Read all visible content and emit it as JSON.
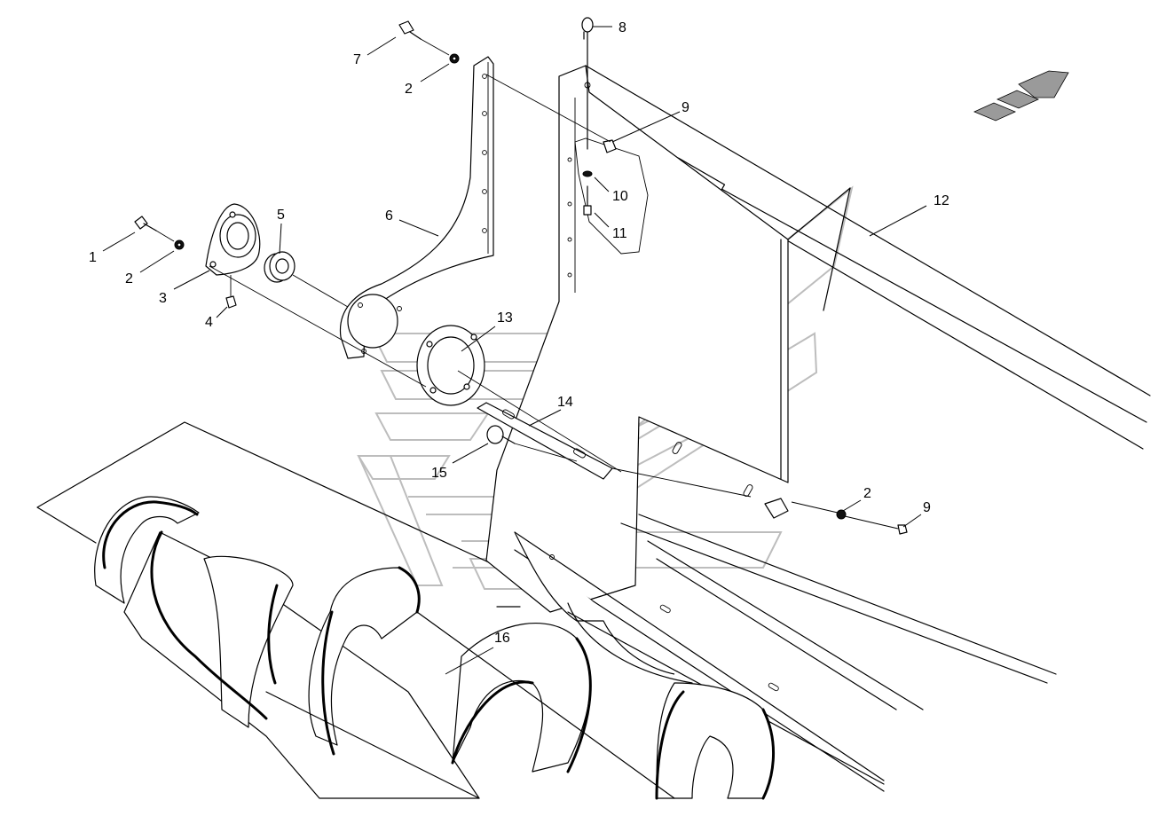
{
  "callouts": [
    "1",
    "2",
    "3",
    "4",
    "5",
    "6",
    "7",
    "2",
    "8",
    "9",
    "10",
    "11",
    "12",
    "13",
    "14",
    "15",
    "2",
    "9",
    "16"
  ],
  "colors": {
    "line": "#000000",
    "watermark": "#bdbdbd",
    "background": "#ffffff"
  },
  "icons": {
    "direction": "direction-arrow-icon"
  }
}
